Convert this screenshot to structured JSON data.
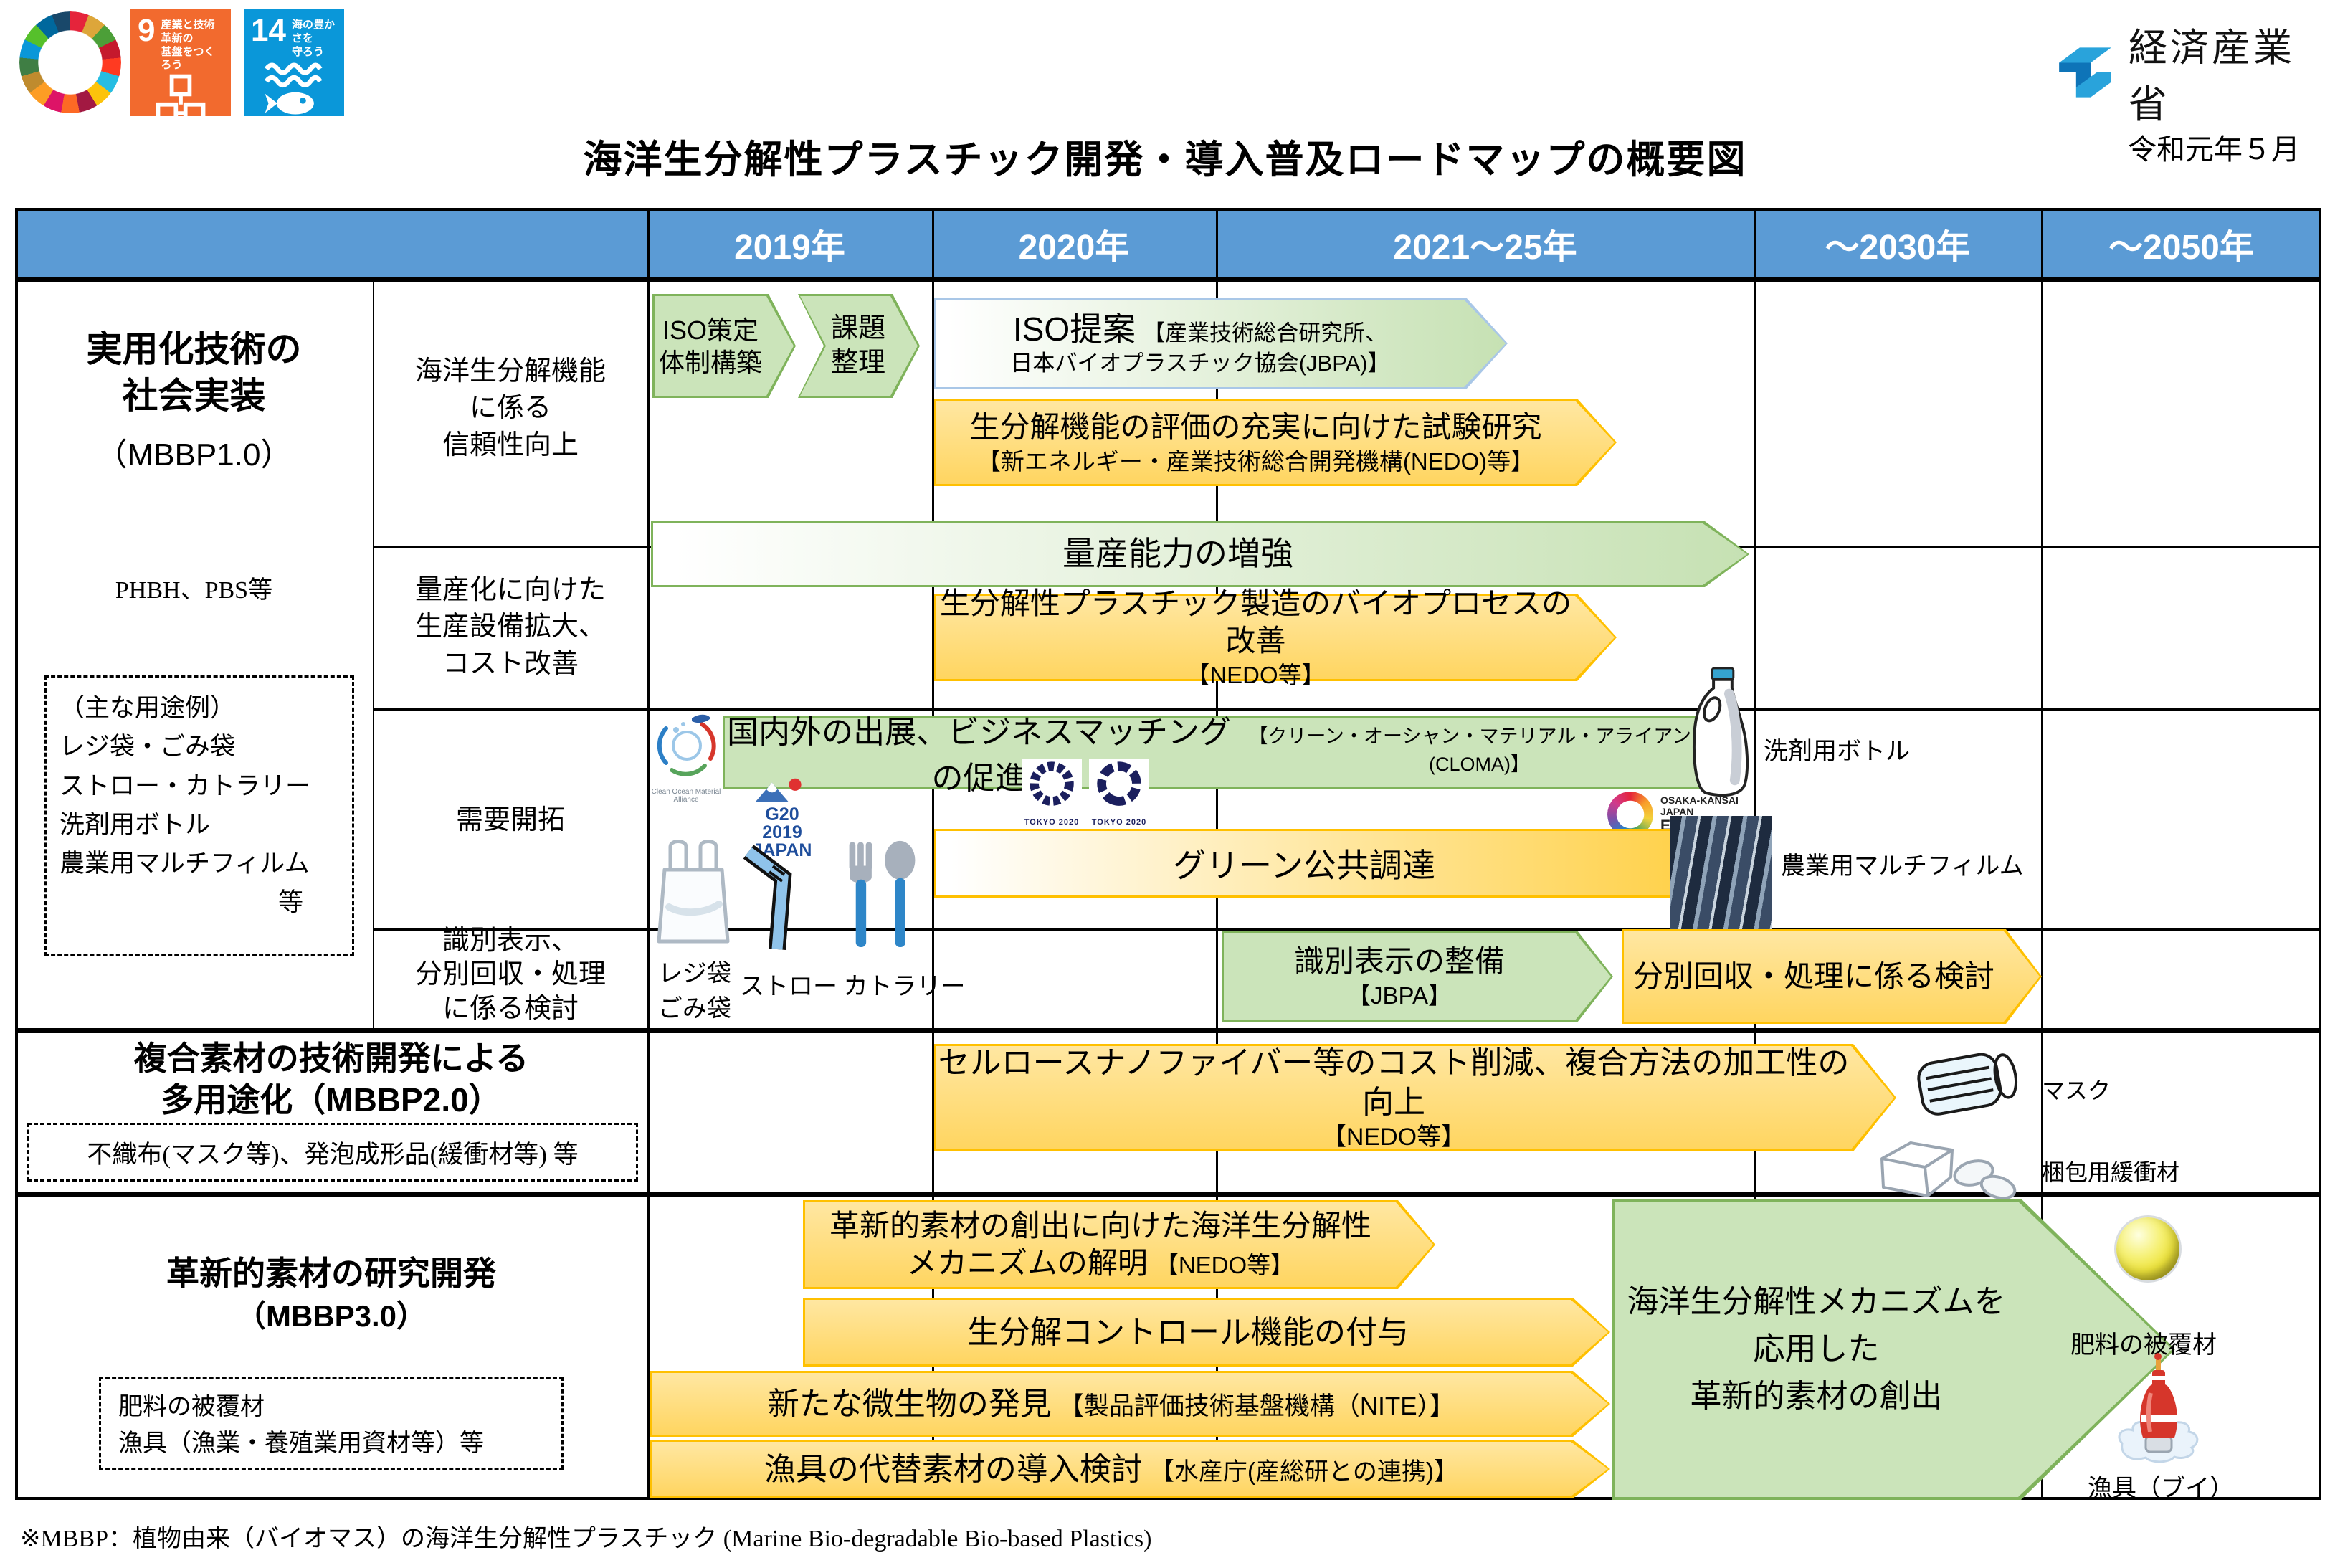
{
  "colors": {
    "header_blue": "#5B9BD5",
    "green_fill": "#CBE4BA",
    "green_border": "#7FB35B",
    "green_blue_border": "#A9C7E7",
    "orange_border": "#FFC000",
    "orange_fill": "#FFDE87",
    "sdg9_orange": "#F26A2E",
    "sdg14_blue": "#0A97D9",
    "meti_blue": "#1E88C7"
  },
  "masthead": {
    "title": "海洋生分解性プラスチック開発・導入普及ロードマップの概要図",
    "date": "令和元年５月",
    "meti": "経済産業省",
    "sdg9_num": "9",
    "sdg9_label": "産業と技術革新の\n基盤をつくろう",
    "sdg14_num": "14",
    "sdg14_label": "海の豊かさを\n守ろう"
  },
  "years": [
    "2019年",
    "2020年",
    "2021～25年",
    "～2030年",
    "～2050年"
  ],
  "section1": {
    "title": "実用化技術の\n社会実装",
    "subtitle": "（MBBP1.0）",
    "materials": "PHBH、PBS等",
    "usecase": "（主な用途例）\nレジ袋・ごみ袋\nストロー・カトラリー\n洗剤用ボトル\n農業用マルチフィルム",
    "usecase_etc": "等",
    "rows": [
      "海洋生分解機能\nに係る\n信頼性向上",
      "量産化に向けた\n生産設備拡大、\nコスト改善",
      "需要開拓",
      "識別表示、\n分別回収・処理\nに係る検討"
    ]
  },
  "section2": {
    "title": "複合素材の技術開発による\n多用途化（MBBP2.0）",
    "box": "不織布(マスク等)、発泡成形品(緩衝材等) 等"
  },
  "section3": {
    "title": "革新的素材の研究開発",
    "subtitle": "（MBBP3.0）",
    "box": "肥料の被覆材\n漁具（漁業・養殖業用資材等）等"
  },
  "bars": {
    "iso_org": "ISO策定\n体制構築",
    "kadai": "課題\n整理",
    "iso_teian_main": "ISO提案",
    "iso_teian_sub1": "【産業技術総合研究所、",
    "iso_teian_sub2": "日本バイオプラスチック協会(JBPA)】",
    "shiken_main": "生分解機能の評価の充実に向けた試験研究",
    "shiken_sub": "【新エネルギー・産業技術総合開発機構(NEDO)等】",
    "ryosan": "量産能力の増強",
    "bioprocess_main": "生分解性プラスチック製造のバイオプロセスの改善",
    "bioprocess_sub": "【NEDO等】",
    "shutten_main": "国内外の出展、ビジネスマッチングの促進",
    "shutten_sub": "【クリーン・オーシャン・マテリアル・アライアンス(CLOMA)】",
    "green_procure": "グリーン公共調達",
    "shikibetsu_main": "識別表示の整備",
    "shikibetsu_sub": "【JBPA】",
    "bunbetsu": "分別回収・処理に係る検討",
    "cellulose_main": "セルロースナノファイバー等のコスト削減、複合方法の加工性の向上",
    "cellulose_sub": "【NEDO等】",
    "mech_l1": "革新的素材の創出に向けた海洋生分解性",
    "mech_l2": "メカニズムの解明",
    "mech_sub": "【NEDO等】",
    "control": "生分解コントロール機能の付与",
    "microbe_main": "新たな微生物の発見",
    "microbe_sub": "【製品評価技術基盤機構（NITE）】",
    "fishing_main": "漁具の代替素材の導入検討",
    "fishing_sub": "【水産庁(産総研との連携)】",
    "innovate": "海洋生分解性メカニズムを応用した\n革新的素材の創出"
  },
  "labels": {
    "detergent": "洗剤用ボトル",
    "mulch": "農業用マルチフィルム",
    "bag": "レジ袋\nごみ袋",
    "straw_cutlery": "ストロー カトラリー",
    "mask": "マスク",
    "cushion": "梱包用緩衝材",
    "fertilizer": "肥料の被覆材",
    "buoy": "漁具（ブイ）"
  },
  "logos": {
    "cloma_caption": "Clean Ocean Material Alliance",
    "g20_1": "G20",
    "g20_2": "2019",
    "g20_3": "JAPAN",
    "tokyo": "TOKYO 2020",
    "expo_1": "OSAKA-KANSAI",
    "expo_2": "JAPAN",
    "expo_3": "EXPO 2025"
  },
  "footnote": "※MBBP：植物由来（バイオマス）の海洋生分解性プラスチック (Marine Bio-degradable Bio-based Plastics)"
}
